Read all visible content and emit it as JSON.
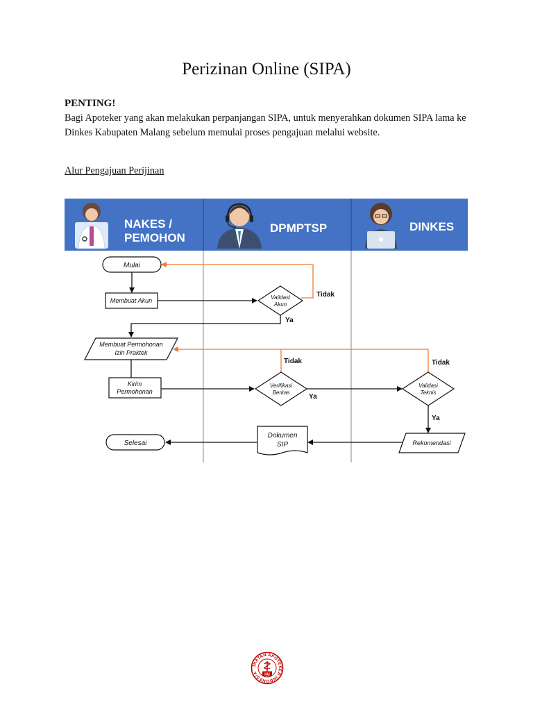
{
  "title": "Perizinan Online (SIPA)",
  "notice": {
    "heading": "PENTING!",
    "body": "Bagi Apoteker yang akan melakukan perpanjangan SIPA, untuk menyerahkan dokumen SIPA lama ke Dinkes Kabupaten Malang sebelum memulai proses pengajuan melalui website."
  },
  "flow_link": "Alur Pengajuan Perijinan",
  "flowchart": {
    "header_color": "#4472c4",
    "accent_color": "#ed7d31",
    "lanes": [
      {
        "title_line1": "NAKES /",
        "title_line2": "PEMOHON",
        "icon": "doctor-avatar-icon"
      },
      {
        "title_line1": "DPMPTSP",
        "title_line2": "",
        "icon": "call-center-agent-icon"
      },
      {
        "title_line1": "DINKES",
        "title_line2": "",
        "icon": "laptop-officer-icon"
      }
    ],
    "nodes": {
      "mulai": "Mulai",
      "membuat_akun": "Membuat Akun",
      "validasi_akun_1": "Validasi",
      "validasi_akun_2": "Akun",
      "membuat_permohonan_1": "Membuat Permohonan",
      "membuat_permohonan_2": "Izin Praktek",
      "kirim_1": "Kirim",
      "kirim_2": "Permohonan",
      "verifikasi_1": "Verifikasi",
      "verifikasi_2": "Berkas",
      "validasi_teknis_1": "Validasi",
      "validasi_teknis_2": "Teknis",
      "rekomendasi": "Rekomendasi",
      "dokumen_1": "Dokumen",
      "dokumen_2": "SIP",
      "selesai": "Selesai"
    },
    "edge_labels": {
      "tidak": "Tidak",
      "ya": "Ya"
    }
  },
  "seal": {
    "text": "IKATAN APOTEKER INDONESIA",
    "abbr": "IAI",
    "color": "#c00000"
  }
}
